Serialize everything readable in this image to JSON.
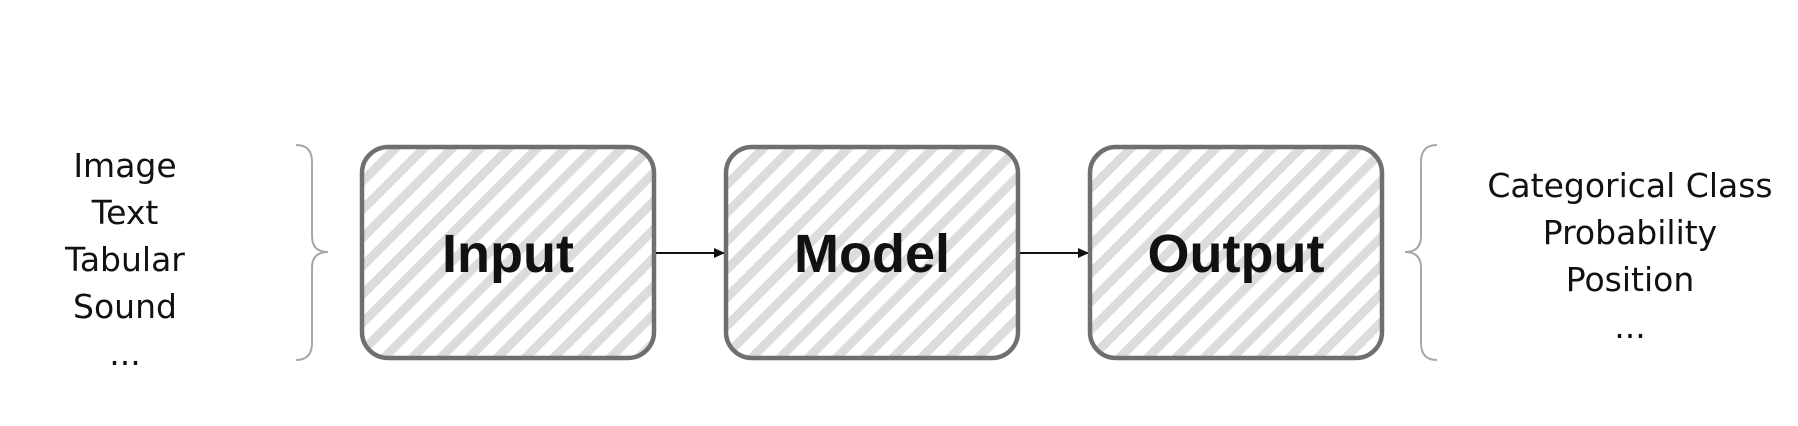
{
  "inputs": {
    "items": [
      "Image",
      "Text",
      "Tabular",
      "Sound",
      "..."
    ]
  },
  "pipeline": {
    "boxes": [
      {
        "label": "Input"
      },
      {
        "label": "Model"
      },
      {
        "label": "Output"
      }
    ]
  },
  "outputs": {
    "items": [
      "Categorical Class",
      "Probability",
      "Position",
      "..."
    ]
  },
  "colors": {
    "box_border": "#6f6f6f",
    "hatch": "#dcdcdc",
    "text": "#111111",
    "brace": "#a8a8a8",
    "arrow": "#111111"
  }
}
